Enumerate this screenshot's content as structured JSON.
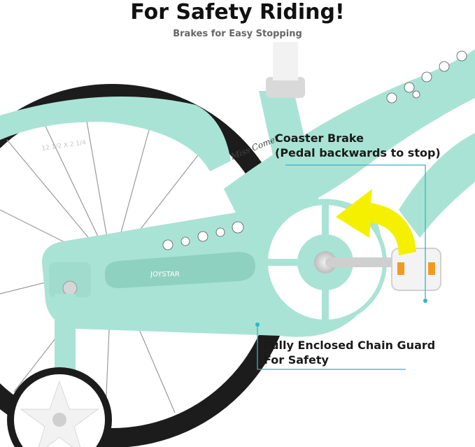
{
  "header": {
    "title": "For Safety Riding!",
    "subtitle": "Brakes for Easy Stopping"
  },
  "callouts": {
    "coaster_brake": {
      "line1": "Coaster Brake",
      "line2": "(Pedal backwards to stop)"
    },
    "chain_guard": {
      "line1": "Fully Enclosed Chain Guard",
      "line2": "For Safety"
    }
  },
  "bike": {
    "frame_text": "Miss Comet",
    "guard_text": "JOYSTAR"
  },
  "colors": {
    "frame": "#a9e3d5",
    "frame_shade": "#8fd1c1",
    "tire": "#1c1c1c",
    "arrow": "#f4f000",
    "leader": "#2fb5c9"
  }
}
